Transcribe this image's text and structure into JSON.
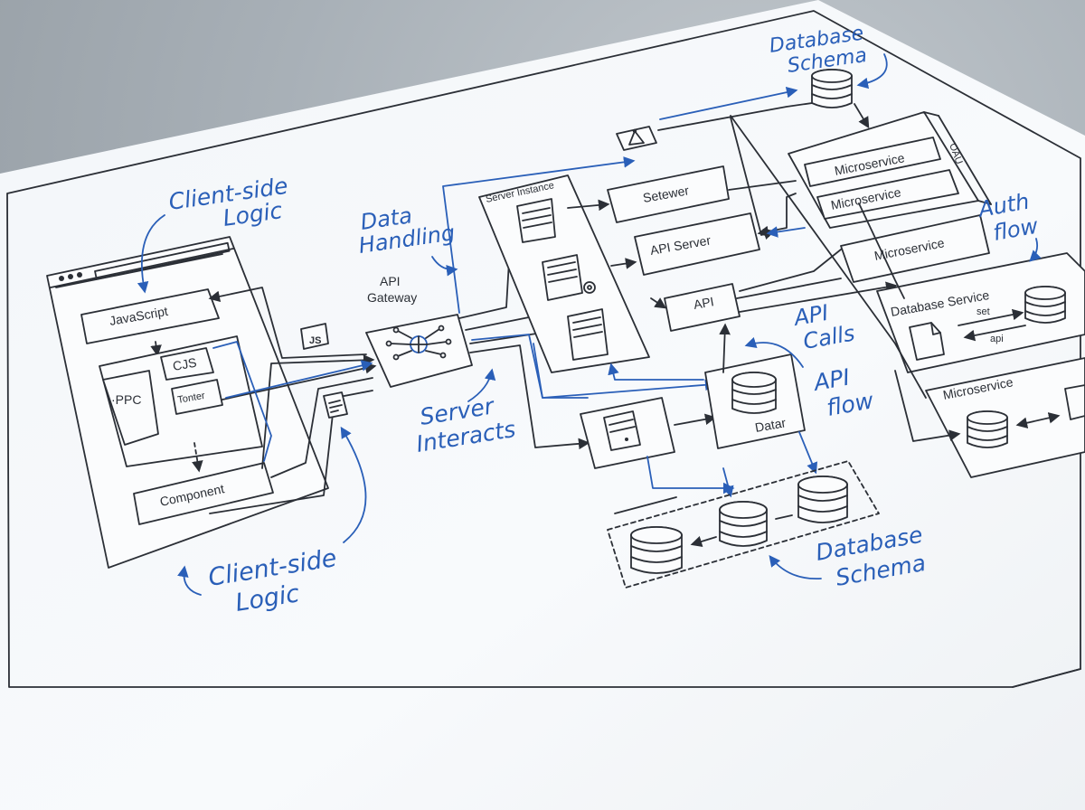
{
  "annotations": {
    "client_side_logic_top": [
      "Client-side",
      "Logic"
    ],
    "client_side_logic_bottom": [
      "Client-side",
      "Logic"
    ],
    "data_handling": [
      "Data",
      "Handling"
    ],
    "server_interacts": [
      "Server",
      "Interacts"
    ],
    "database_schema_top": [
      "Database",
      "Schema"
    ],
    "database_schema_bottom": [
      "Database",
      "Schema"
    ],
    "auth_flow": [
      "Auth",
      "flow"
    ],
    "api_calls": [
      "API",
      "Calls"
    ],
    "api_flow": [
      "API",
      "flow"
    ]
  },
  "client": {
    "javascript": "JavaScript",
    "cjs": "CJS",
    "ppc": "·PPC",
    "tonter": "Tonter",
    "component": "Component",
    "js_badge": "JS"
  },
  "gateway": {
    "title": [
      "API",
      "Gateway"
    ]
  },
  "server": {
    "instance": "Server Instance",
    "setewer": "Setewer",
    "api_server": "API Server",
    "api": "API",
    "datar": "Datar"
  },
  "services": {
    "microservice_1": "Microservice",
    "microservice_2": "Microservice",
    "microservice_3": "Microservice",
    "microservice_4": "Microservice",
    "vertical_tag": "OAU",
    "database_service": "Database Service",
    "set": "set",
    "api": "api"
  },
  "colors": {
    "ink": "#2b2f36",
    "blue": "#2a5fb8",
    "paper": "#f7f9fb"
  }
}
